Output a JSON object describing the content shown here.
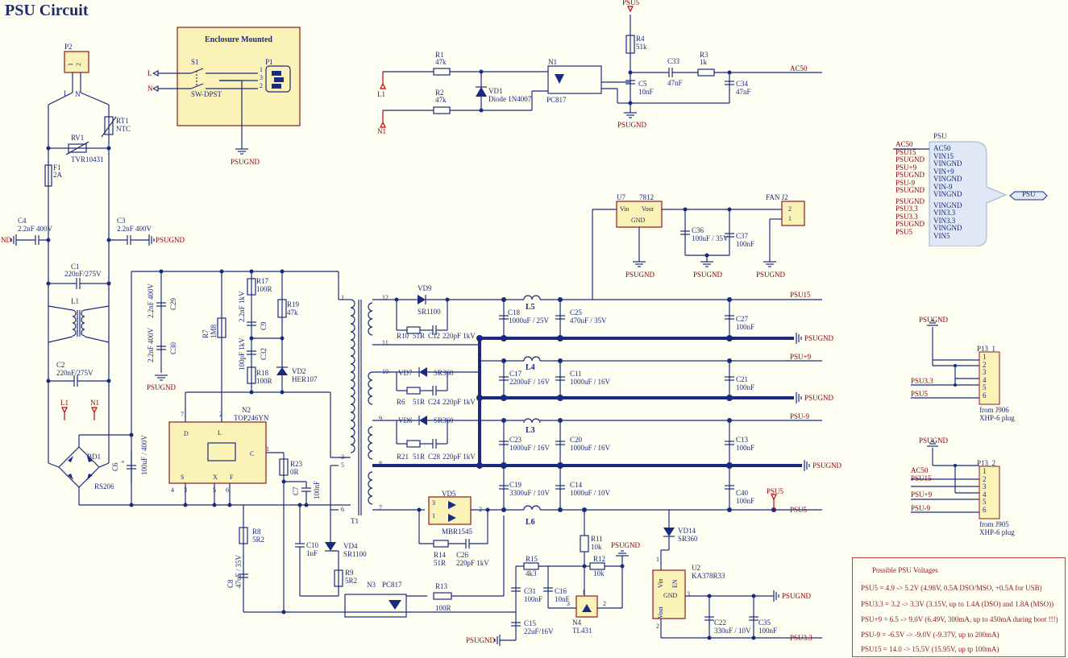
{
  "title": "PSU Circuit",
  "enclosure": {
    "heading": "Enclosure Mounted",
    "switch_ref": "S1",
    "switch_val": "SW-DPST",
    "conn_ref": "P1",
    "L": "L",
    "N": "N",
    "gnd": "PSUGND",
    "pins": [
      "1",
      "3",
      "2"
    ]
  },
  "parts": {
    "P2": "P2",
    "RT1": "RT1",
    "NTC": "NTC",
    "RV1": "RV1",
    "TVR": "TVR10431",
    "F1": "F1",
    "F1v": "2A",
    "C4": "C4",
    "C4v": "2.2nF 400V",
    "C3": "C3",
    "C3v": "2.2nF 400V",
    "C1": "C1",
    "C1v": "220nF/275V",
    "L1": "L1",
    "C2": "C2",
    "C2v": "220nF/275V",
    "BD1": "BD1",
    "RS206": "RS206",
    "C6": "C6",
    "C6v": "100uF / 400V",
    "C29": "C29",
    "C29v": "2.2nF 400V",
    "C30": "C30",
    "C30v": "2.2nF 400V",
    "R7": "R7",
    "R7v": "1M8",
    "R17": "R17",
    "R17v": "100R",
    "C9": "C9",
    "C9v": "2.2nF 1kV",
    "C32": "C32",
    "C32v": "100pF 1kV",
    "R18": "R18",
    "R18v": "100R",
    "R19": "R19",
    "R19v": "47k",
    "VD2": "VD2",
    "HER107": "HER107",
    "N2": "N2",
    "TOP": "TOP246YN",
    "R23": "R23",
    "R23v": "0R",
    "C7": "C7",
    "C7v": "100nF",
    "T1": "T1",
    "C10": "C10",
    "C10v": "1uF",
    "R8": "R8",
    "R8v": "5R2",
    "C8": "C8",
    "C8v": "47uF / 35V",
    "VD4": "VD4",
    "SR1100b": "SR1100",
    "R9": "R9",
    "R9v": "5R2",
    "N3": "N3",
    "PC817b": "PC817",
    "R13": "R13",
    "R13v": "100R",
    "R1": "R1",
    "R1v": "47k",
    "R2": "R2",
    "R2v": "47k",
    "VD1": "VD1",
    "VD1v": "Diode 1N4007",
    "N1": "N1",
    "PC817": "PC817",
    "R4": "R4",
    "R4v": "51k",
    "C5": "C5",
    "C5v": "10nF",
    "C33": "C33",
    "C33v": "47nF",
    "R3": "R3",
    "R3v": "1k",
    "C34": "C34",
    "C34v": "47nF",
    "U7": "U7",
    "U7v": "7812",
    "Vin": "Vin",
    "Vout": "Vout",
    "GND": "GND",
    "C36": "C36",
    "C36v": "100uF / 35V",
    "C37": "C37",
    "C37v": "100nF",
    "J2": "FAN  J2",
    "VD9": "VD9",
    "SR1100": "SR1100",
    "R10": "R10",
    "R10v": "51R",
    "C12": "C12",
    "C12v": "220pF 1kV",
    "C18": "C18",
    "C18v": "1000uF / 25V",
    "L5": "L5",
    "C25": "C25",
    "C25v": "470uF / 35V",
    "C27": "C27",
    "C27v": "100nF",
    "VD7": "VD7",
    "SR360a": "SR360",
    "R6": "R6",
    "R6v": "51R",
    "C24": "C24",
    "C24v": "220pF 1kV",
    "C17": "C17",
    "C17v": "2200uF / 16V",
    "L4": "L4",
    "C11": "C11",
    "C11v": "1000uF / 16V",
    "C21": "C21",
    "C21v": "100nF",
    "VD6": "VD6",
    "SR360b": "SR360",
    "R21": "R21",
    "R21v": "51R",
    "C28": "C28",
    "C28v": "220pF 1kV",
    "C23": "C23",
    "C23v": "1000uF / 16V",
    "L3": "L3",
    "C20": "C20",
    "C20v": "1000uF / 16V",
    "C13": "C13",
    "C13v": "100nF",
    "C19": "C19",
    "C19v": "3300uF / 10V",
    "C14": "C14",
    "C14v": "1000uF / 10V",
    "C40": "C40",
    "C40v": "100nF",
    "VD5": "VD5",
    "MBR": "MBR1545",
    "R14": "R14",
    "R14v": "51R",
    "C26": "C26",
    "C26v": "220pF 1kV",
    "L6": "L6",
    "R11": "R11",
    "R11v": "10k",
    "R15": "R15",
    "R15v": "4k3",
    "R12": "R12",
    "R12v": "10k",
    "C31": "C31",
    "C31v": "100nF",
    "C16": "C16",
    "C16v": "10nF",
    "N4": "N4",
    "TL431": "TL431",
    "C15": "C15",
    "C15v": "22uF/16V",
    "VD14": "VD14",
    "SR360c": "SR360",
    "U2": "U2",
    "U2v": "KA378R33",
    "EN": "EN",
    "C22": "C22",
    "C22v": "330uF / 10V",
    "C35": "C35",
    "C35v": "100nF"
  },
  "nets": {
    "PSUGND": "PSUGND",
    "PSU5": "PSU5",
    "PSU15": "PSU15",
    "PSUp9": "PSU+9",
    "PSUm9": "PSU-9",
    "PSU33": "PSU3.3",
    "AC50": "AC50",
    "L1": "L1",
    "N1": "N1",
    "ND": "ND",
    "PSU": "PSU"
  },
  "harness": {
    "title": "PSU",
    "left": [
      "AC50",
      "PSU15",
      "PSUGND",
      "PSU+9",
      "PSUGND",
      "PSU-9",
      "PSUGND",
      "PSUGND",
      "PSU3.3",
      "PSU3.3",
      "PSUGND",
      "PSU5"
    ],
    "right": [
      "AC50",
      "VIN15",
      "VINGND",
      "VIN+9",
      "VINGND",
      "VIN-9",
      "VINGND",
      "VINGND",
      "VIN3.3",
      "VIN3.3",
      "VINGND",
      "VIN5"
    ]
  },
  "p13_1": {
    "ref": "P13_1",
    "from": "from J906",
    "plug": "XHP-6 plug",
    "pins": [
      "1",
      "2",
      "3",
      "4",
      "5",
      "6"
    ],
    "nets": [
      "PSU3.3",
      "PSU5"
    ]
  },
  "p13_2": {
    "ref": "P13_2",
    "from": "from J905",
    "plug": "XHP-6 plug",
    "pins": [
      "1",
      "2",
      "3",
      "4",
      "5",
      "6"
    ],
    "nets": [
      "AC50",
      "PSU15",
      "PSU+9",
      "PSU-9"
    ]
  },
  "notes": {
    "title": "Possible PSU Voltages",
    "lines": [
      "PSU5 = 4.9 -> 5.2V (4.98V, 0.5A DSO/MSO, +0.5A for USB)",
      "PSU3.3 = 3.2 -> 3.3V (3.15V, up to 1.4A (DSO) and 1.8A (MSO))",
      "PSU+9 = 6.5 -> 9.0V (6.49V, 300mA, up to 450mA during boot !!!)",
      "PSU-9 = -6.5V -> -9.0V (-9.37V, up to 200mA)",
      "PSU15 = 14.0 -> 15.5V (15.95V, up tp 100mA)"
    ]
  },
  "colors": {
    "wire": "#1a2a80",
    "net": "#8b0000",
    "box": "#fbf2b8"
  }
}
